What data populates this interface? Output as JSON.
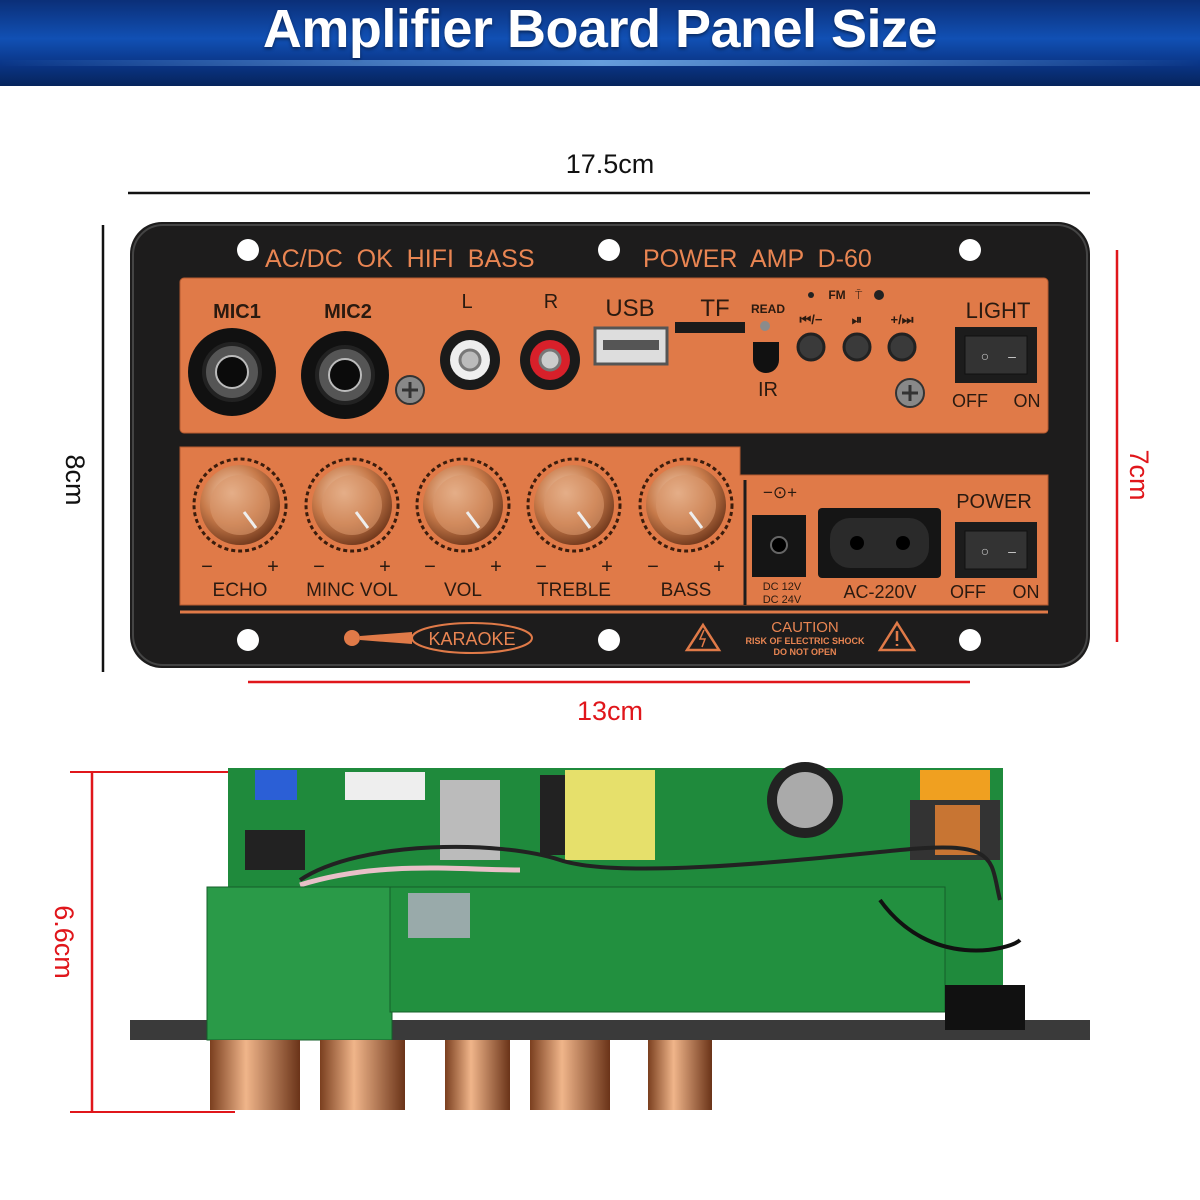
{
  "title": "Amplifier Board Panel Size",
  "dimensions": {
    "width_total": "17.5cm",
    "height_total": "8cm",
    "height_inner": "7cm",
    "width_inner": "13cm",
    "depth": "6.6cm"
  },
  "panel": {
    "top_text_left": "AC/DC  OK  HIFI  BASS",
    "top_text_right": "POWER  AMP  D-60",
    "inputs": {
      "mic1": "MIC1",
      "mic2": "MIC2",
      "left": "L",
      "right": "R",
      "usb": "USB",
      "tf": "TF",
      "read": "READ",
      "ir": "IR",
      "fm": "FM"
    },
    "buttons": [
      {
        "label": "⏮/−",
        "icon": "previous-icon"
      },
      {
        "label": "⏯",
        "icon": "play-pause-icon"
      },
      {
        "label": "+/⏭",
        "icon": "next-icon"
      }
    ],
    "light": {
      "label": "LIGHT",
      "off": "OFF",
      "on": "ON"
    },
    "knobs": [
      {
        "label": "ECHO",
        "minus": "−",
        "plus": "+"
      },
      {
        "label": "MINC VOL",
        "minus": "−",
        "plus": "+"
      },
      {
        "label": "VOL",
        "minus": "−",
        "plus": "+"
      },
      {
        "label": "TREBLE",
        "minus": "−",
        "plus": "+"
      },
      {
        "label": "BASS",
        "minus": "−",
        "plus": "+"
      }
    ],
    "dc": {
      "polarity": "−⊙+",
      "line1": "DC 12V",
      "line2": "DC 24V"
    },
    "ac": "AC-220V",
    "power": {
      "label": "POWER",
      "off": "OFF",
      "on": "ON"
    },
    "karaoke": "KARAOKE",
    "caution": {
      "title": "CAUTION",
      "line1": "RISK OF ELECTRIC SHOCK",
      "line2": "DO NOT OPEN"
    }
  },
  "colors": {
    "orange": "#e07a48",
    "panel": "#1d1c1c",
    "dimension_black": "#111111",
    "dimension_red": "#e0161b",
    "pcb": "#1f8a3c"
  }
}
